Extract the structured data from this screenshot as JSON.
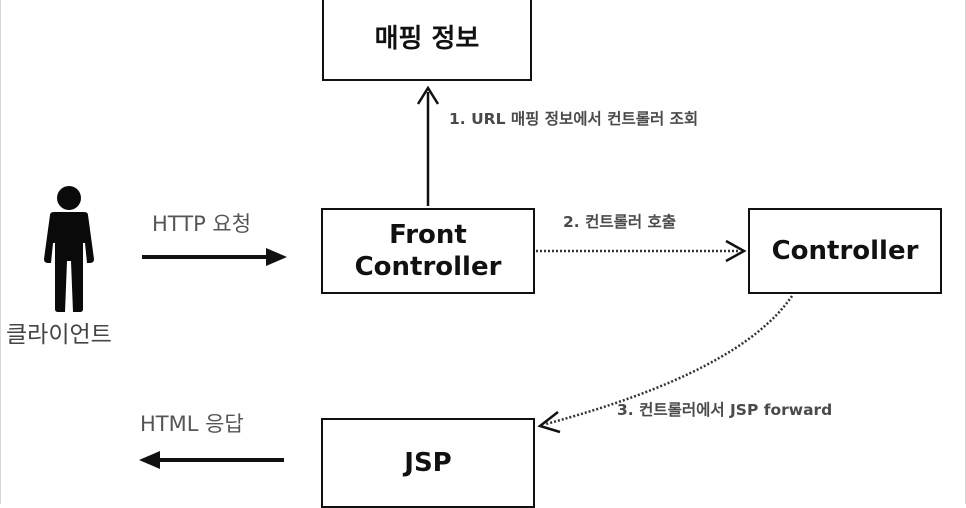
{
  "nodes": {
    "mapping_info": "매핑 정보",
    "front_controller": [
      "Front",
      "Controller"
    ],
    "controller": "Controller",
    "jsp": "JSP"
  },
  "actors": {
    "client": "클라이언트"
  },
  "edges": {
    "http_request": "HTTP 요청",
    "html_response": "HTML 응답",
    "step1": "1. URL 매핑 정보에서 컨트롤러 조회",
    "step2": "2. 컨트롤러 호출",
    "step3": "3. 컨트롤러에서 JSP forward"
  },
  "icons": {
    "client": "person-icon"
  },
  "colors": {
    "line": "#111111",
    "dashed_line": "#333333",
    "label_text": "#4a4a4a"
  }
}
